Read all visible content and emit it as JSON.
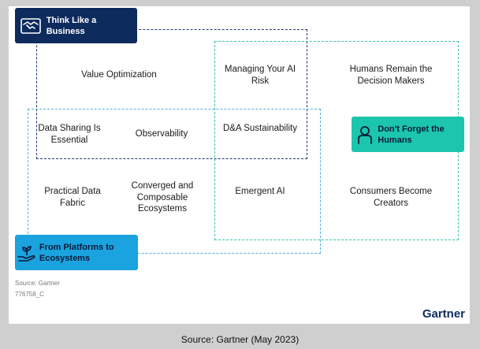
{
  "themes": {
    "business": "Think Like a Business",
    "platforms": "From Platforms to Ecosystems",
    "humans": "Don't Forget the Humans"
  },
  "trends": {
    "value_optimization": "Value Optimization",
    "managing_ai_risk": "Managing Your AI Risk",
    "humans_remain": "Humans Remain the Decision Makers",
    "data_sharing": "Data Sharing Is Essential",
    "observability": "Observability",
    "da_sustainability": "D&A Sustainability",
    "practical_fabric": "Practical Data Fabric",
    "converged": "Converged and Composable Ecosystems",
    "emergent_ai": "Emergent AI",
    "consumers": "Consumers Become Creators"
  },
  "footer": {
    "source": "Source: Gartner",
    "id": "776758_C",
    "brand": "Gartner"
  },
  "caption": "Source: Gartner (May 2023)",
  "colors": {
    "business": "#0d2b5c",
    "platforms": "#1aa3df",
    "humans": "#1cc6ad"
  },
  "icons": {
    "business": "handshake-icon",
    "platforms": "plant-hand-icon",
    "humans": "person-icon"
  }
}
